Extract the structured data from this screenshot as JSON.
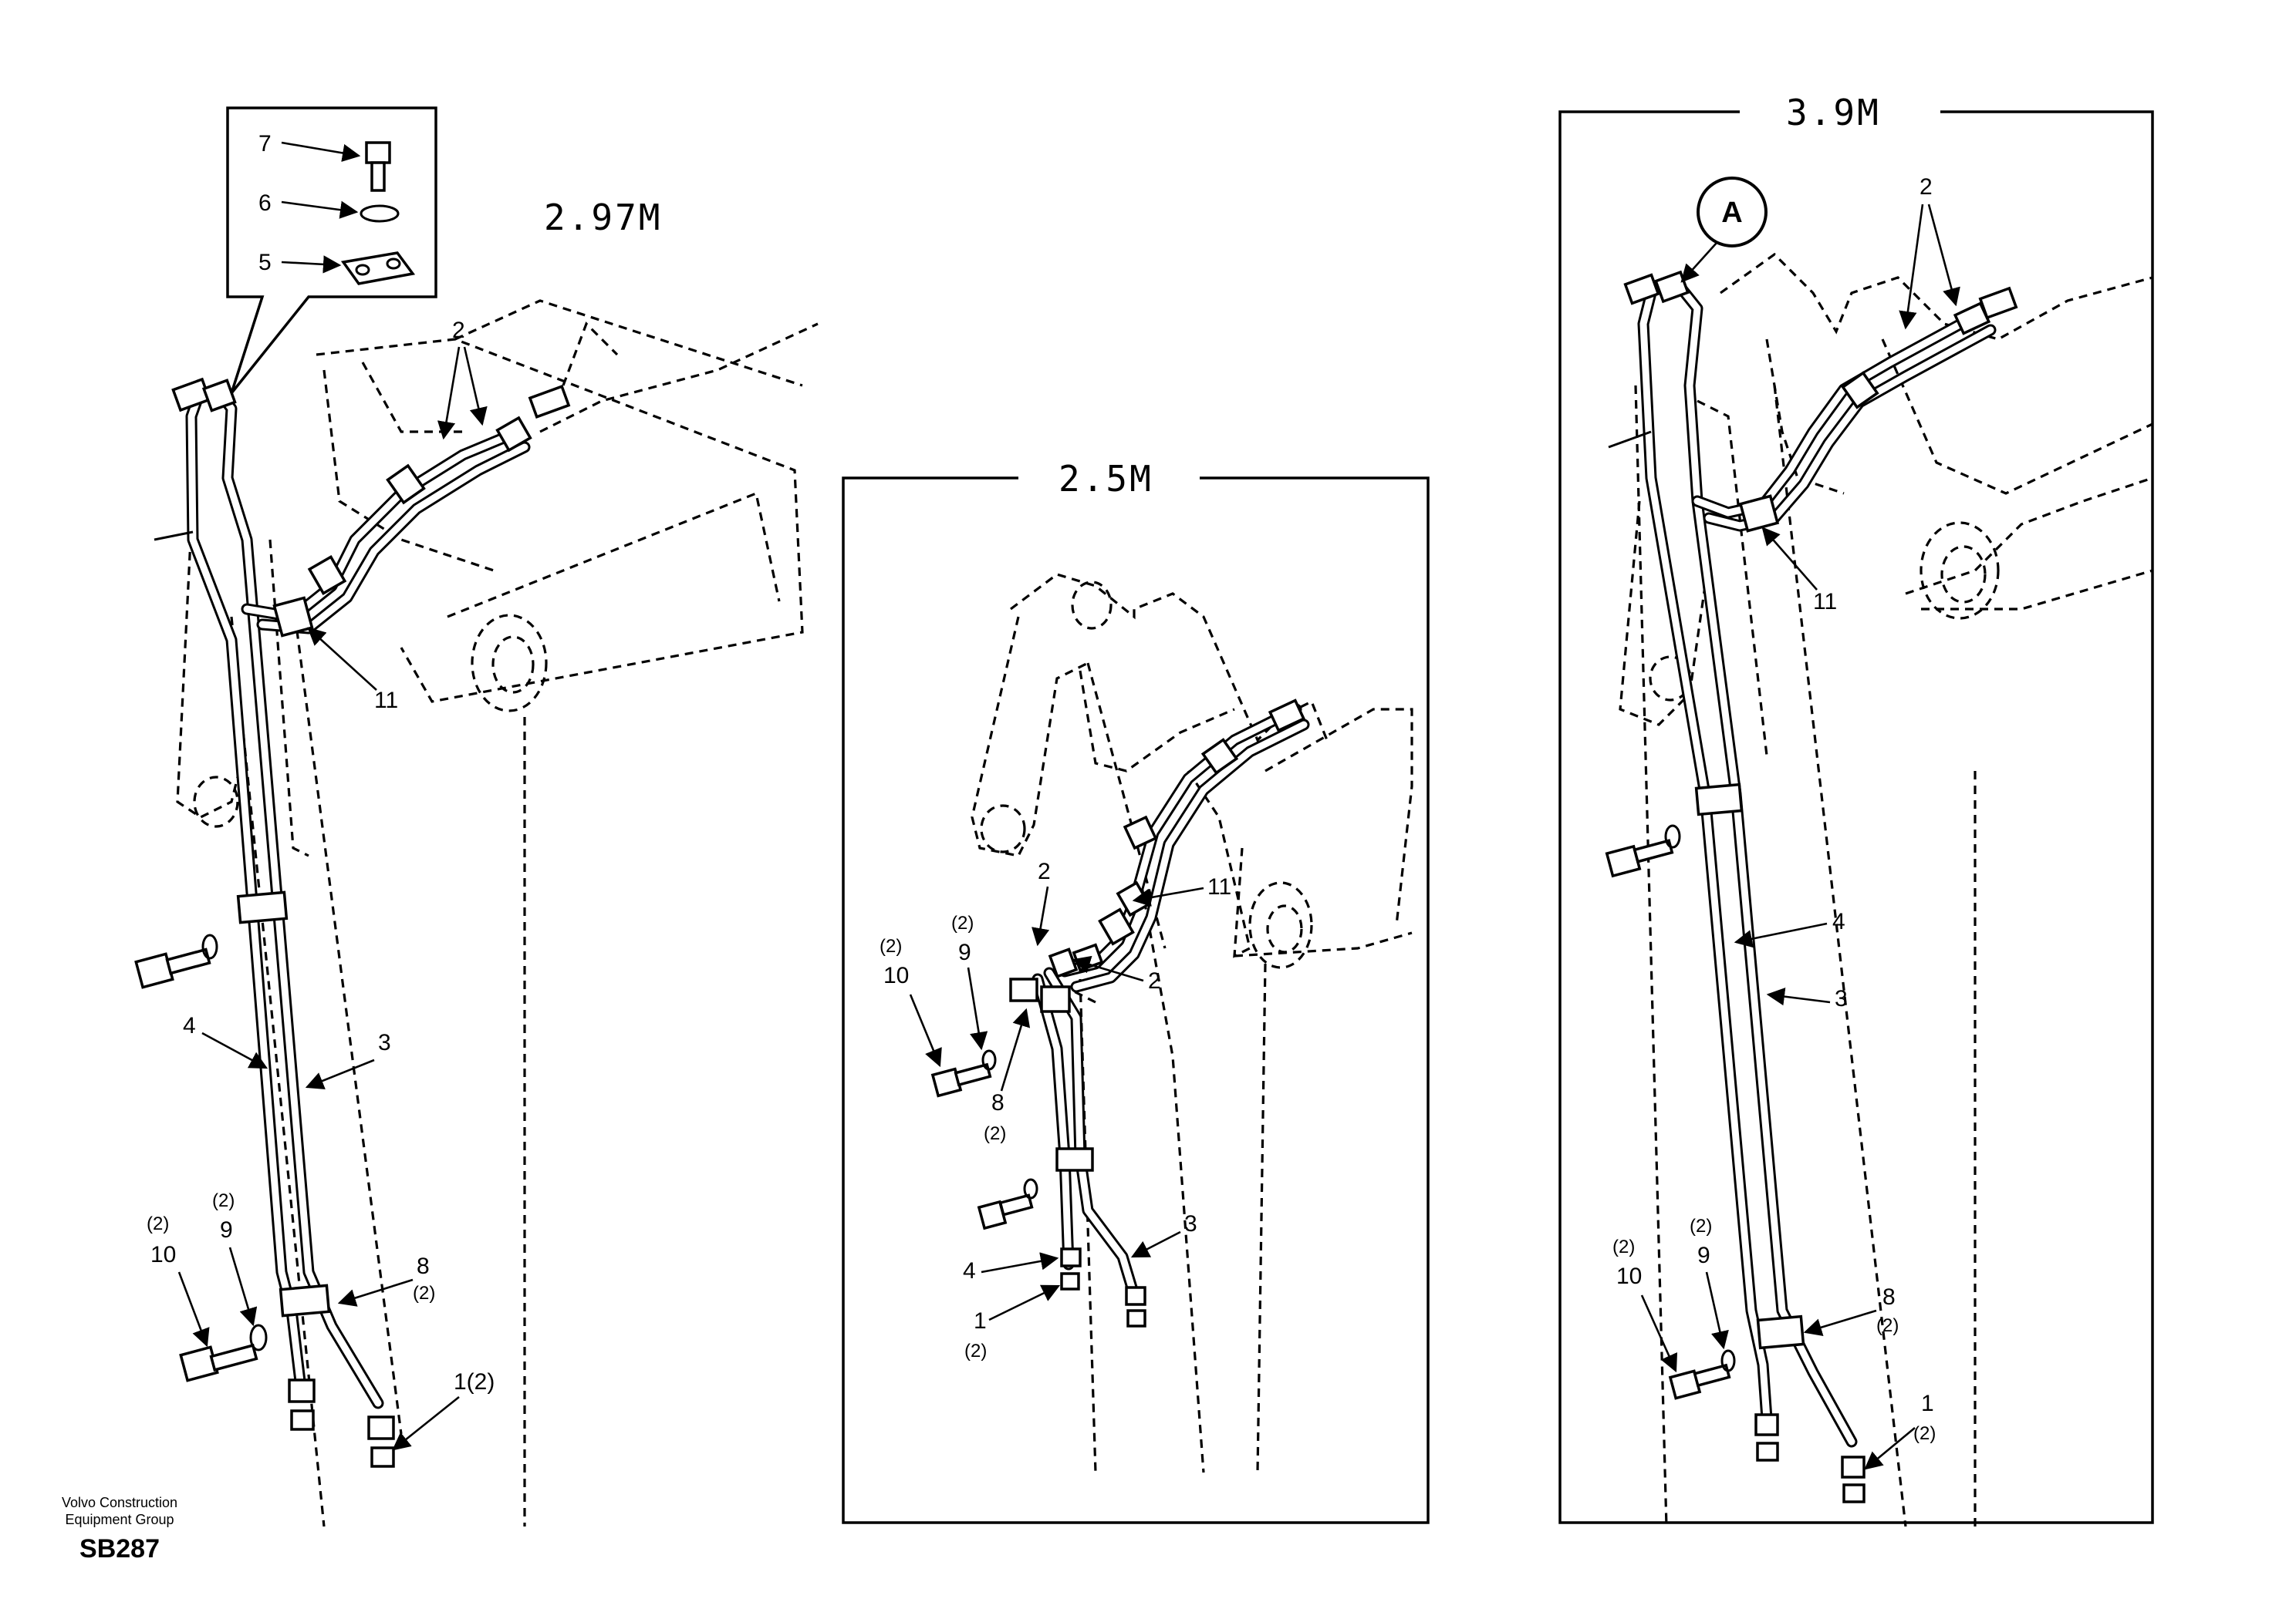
{
  "drawing": {
    "views": [
      {
        "id": "view-a",
        "title": "2.97M"
      },
      {
        "id": "view-b",
        "title": "2.5M"
      },
      {
        "id": "view-c",
        "title": "3.9M"
      }
    ],
    "detail_marker": "A",
    "callouts": {
      "p1": "1",
      "p2": "2",
      "p3": "3",
      "p4": "4",
      "p5": "5",
      "p6": "6",
      "p7": "7",
      "p8": "8",
      "p9": "9",
      "p10": "10",
      "p11": "11",
      "p1_qty": "1(2)",
      "qty2": "(2)"
    }
  },
  "footer": {
    "org_line1": "Volvo Construction",
    "org_line2": "Equipment Group",
    "code": "SB287"
  }
}
